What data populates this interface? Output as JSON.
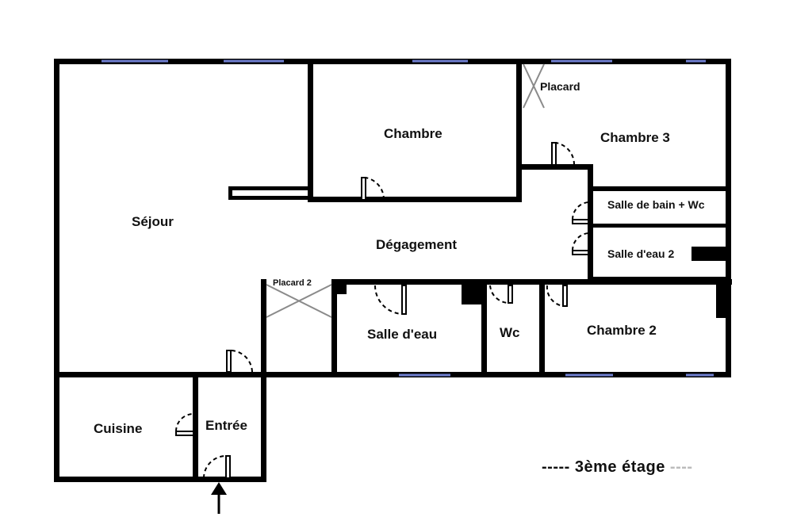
{
  "rooms": {
    "sejour": "Séjour",
    "chambre": "Chambre",
    "chambre3": "Chambre 3",
    "placard": "Placard",
    "sdb_wc": "Salle de bain + Wc",
    "salle_eau2": "Salle d'eau 2",
    "degagement": "Dégagement",
    "placard2": "Placard 2",
    "salle_eau": "Salle d'eau",
    "wc": "Wc",
    "chambre2": "Chambre 2",
    "cuisine": "Cuisine",
    "entree": "Entrée"
  },
  "floor_label": {
    "left_dashes": "-----",
    "text": "3ème étage",
    "right_dashes": "----"
  },
  "icons": {
    "entrance": "entrance-arrow-icon"
  }
}
